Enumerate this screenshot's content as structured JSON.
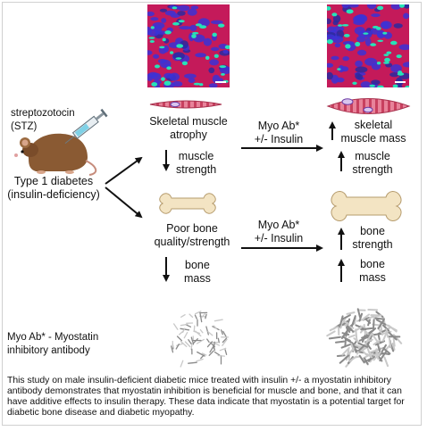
{
  "stz_label": "streptozotocin\n(STZ)",
  "diabetes_label": "Type 1 diabetes\n(insulin-deficiency)",
  "muscle_atrophy_label": "Skeletal muscle\natrophy",
  "muscle_strength_down_label": "muscle\nstrength",
  "poor_bone_label": "Poor bone\nquality/strength",
  "bone_mass_down_label": "bone\nmass",
  "treatment_top_label": "Myo Ab*\n+/- Insulin",
  "treatment_bottom_label": "Myo Ab*\n+/- Insulin",
  "muscle_mass_up_label": "skeletal\nmuscle mass",
  "muscle_strength_up_label": "muscle\nstrength",
  "bone_strength_up_label": "bone\nstrength",
  "bone_mass_up_label": "bone\nmass",
  "myo_ab_definition": "Myo Ab* - Myostatin\ninhibitory antibody",
  "summary_text": "This study on male insulin-deficient diabetic mice treated with insulin +/- a myostatin inhibitory antibody demonstrates that myostatin inhibition is beneficial for muscle and bone, and that it can have additive effects to insulin therapy. These data indicate that myostatin is a potential target for diabetic bone disease and diabetic myopathy.",
  "colors": {
    "microscopy_red": "#c41a5a",
    "microscopy_blue": "#3b33d6",
    "microscopy_green": "#27e3b8",
    "muscle_pink": "#e56a85",
    "muscle_stripe": "#b83050",
    "nucleus_purple": "#7a3fb0",
    "bone_beige": "#f2e2bf",
    "mouse_brown": "#8a5a33"
  },
  "icons": [
    "mouse-icon",
    "syringe-icon",
    "muscle-fiber-icon",
    "bone-icon",
    "trabecular-bone-icon",
    "down-arrow-icon",
    "up-arrow-icon",
    "right-arrow-icon"
  ]
}
